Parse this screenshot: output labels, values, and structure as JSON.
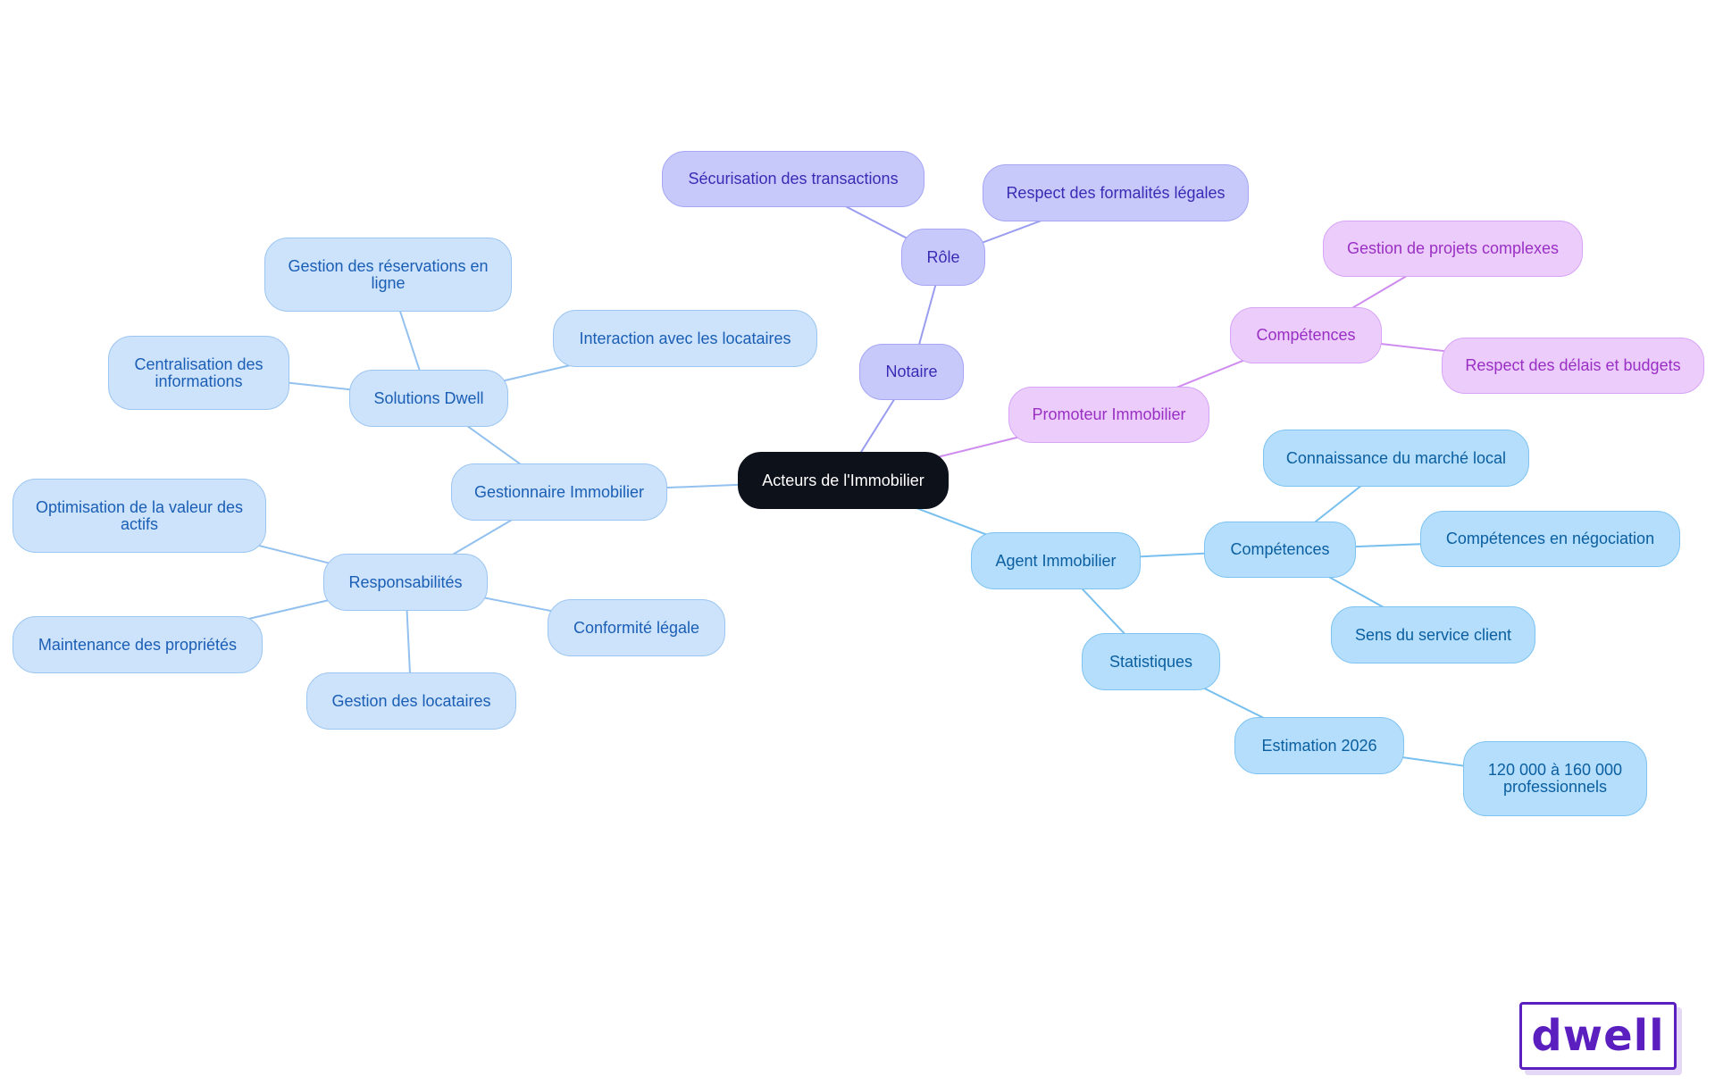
{
  "diagram": {
    "root": "Acteurs de l'Immobilier",
    "notaire": {
      "label": "Notaire",
      "role": {
        "label": "Rôle",
        "items": [
          "Sécurisation des transactions",
          "Respect des formalités légales"
        ]
      }
    },
    "promoteur": {
      "label": "Promoteur Immobilier",
      "competences": {
        "label": "Compétences",
        "items": [
          "Gestion de projets complexes",
          "Respect des délais et budgets"
        ]
      }
    },
    "agent": {
      "label": "Agent Immobilier",
      "competences": {
        "label": "Compétences",
        "items": [
          "Connaissance du marché local",
          "Compétences en négociation",
          "Sens du service client"
        ]
      },
      "statistiques": {
        "label": "Statistiques",
        "estimation": {
          "label": "Estimation 2026",
          "value_line1": "120 000 à 160 000",
          "value_line2": "professionnels"
        }
      }
    },
    "gestionnaire": {
      "label": "Gestionnaire Immobilier",
      "solutions": {
        "label": "Solutions Dwell",
        "reservations_line1": "Gestion des réservations en",
        "reservations_line2": "ligne",
        "centralisation_line1": "Centralisation des",
        "centralisation_line2": "informations",
        "interaction": "Interaction avec les locataires"
      },
      "responsabilites": {
        "label": "Responsabilités",
        "optimisation_line1": "Optimisation de la valeur des",
        "optimisation_line2": "actifs",
        "maintenance": "Maintenance des propriétés",
        "locataires": "Gestion des locataires",
        "conformite": "Conformité légale"
      }
    }
  },
  "colors": {
    "root": "#0d111a",
    "notaire_branch": "#c8c9fb",
    "promoteur_branch": "#ebccfb",
    "agent_branch": "#b4defb",
    "gestionnaire_branch": "#cde2fb"
  },
  "logo": {
    "text": "dwell"
  }
}
